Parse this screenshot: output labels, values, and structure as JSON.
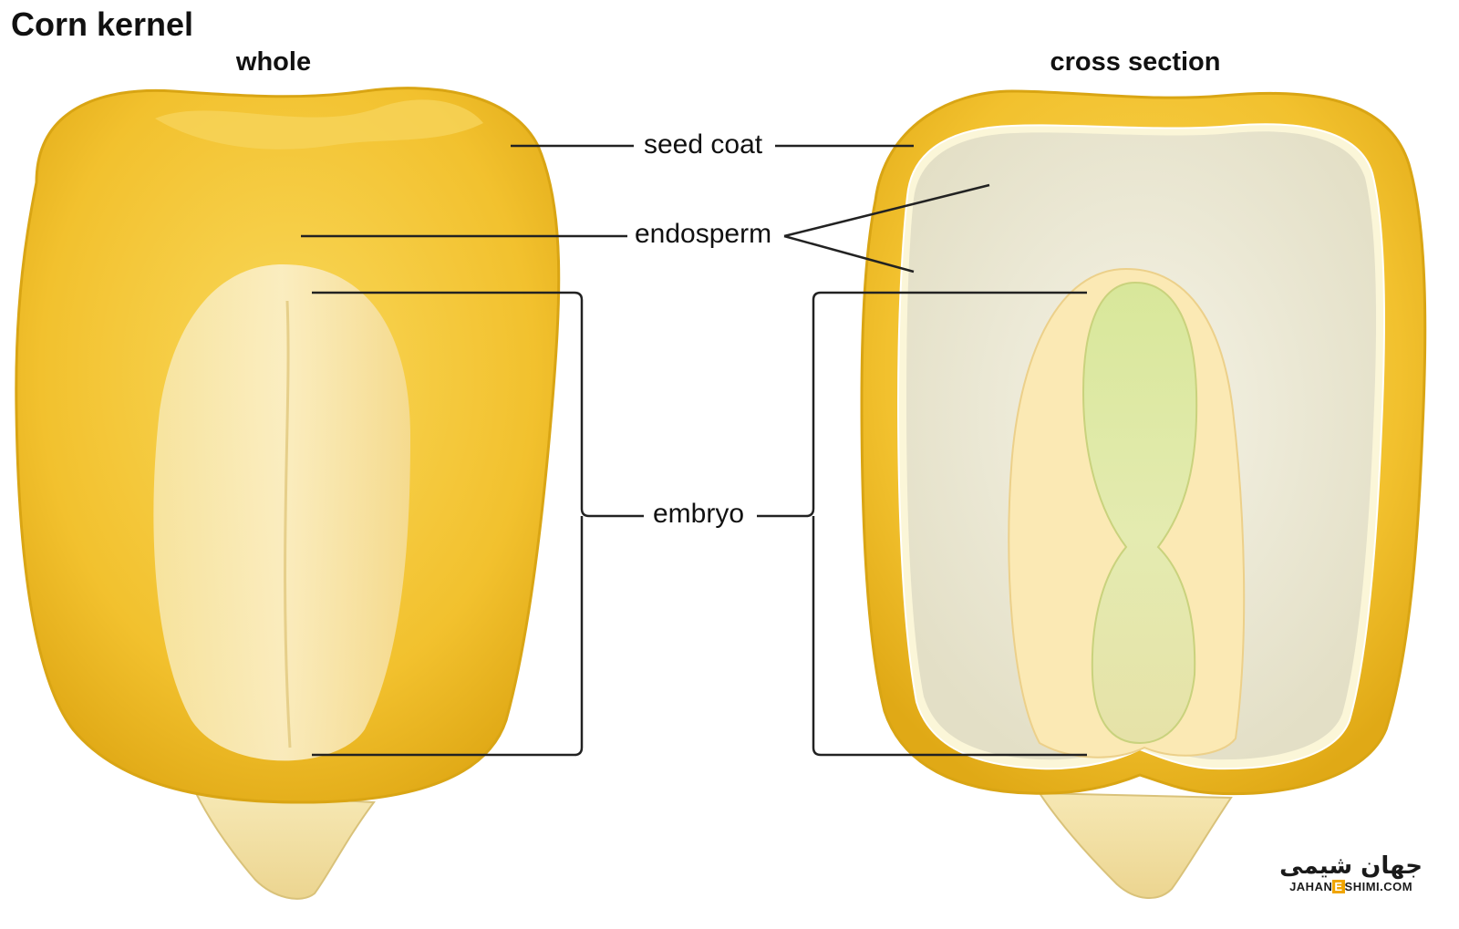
{
  "diagram": {
    "title": "Corn kernel",
    "panels": {
      "whole": "whole",
      "cross_section": "cross section"
    },
    "labels": {
      "seed_coat": "seed coat",
      "endosperm": "endosperm",
      "embryo": "embryo"
    }
  },
  "watermark": {
    "native": "جهان شیمی",
    "latin_left": "JAHAN",
    "latin_accent": "E",
    "latin_right": "SHIMI.COM"
  },
  "colors": {
    "seed_coat": "#f2c12e",
    "seed_coat_dark": "#d9a514",
    "endosperm_cut": "#ebe8d6",
    "embryo_outer": "#fbe9b4",
    "embryo_green": "#d6e39a",
    "base": "#f3e2a6",
    "line": "#222222"
  }
}
